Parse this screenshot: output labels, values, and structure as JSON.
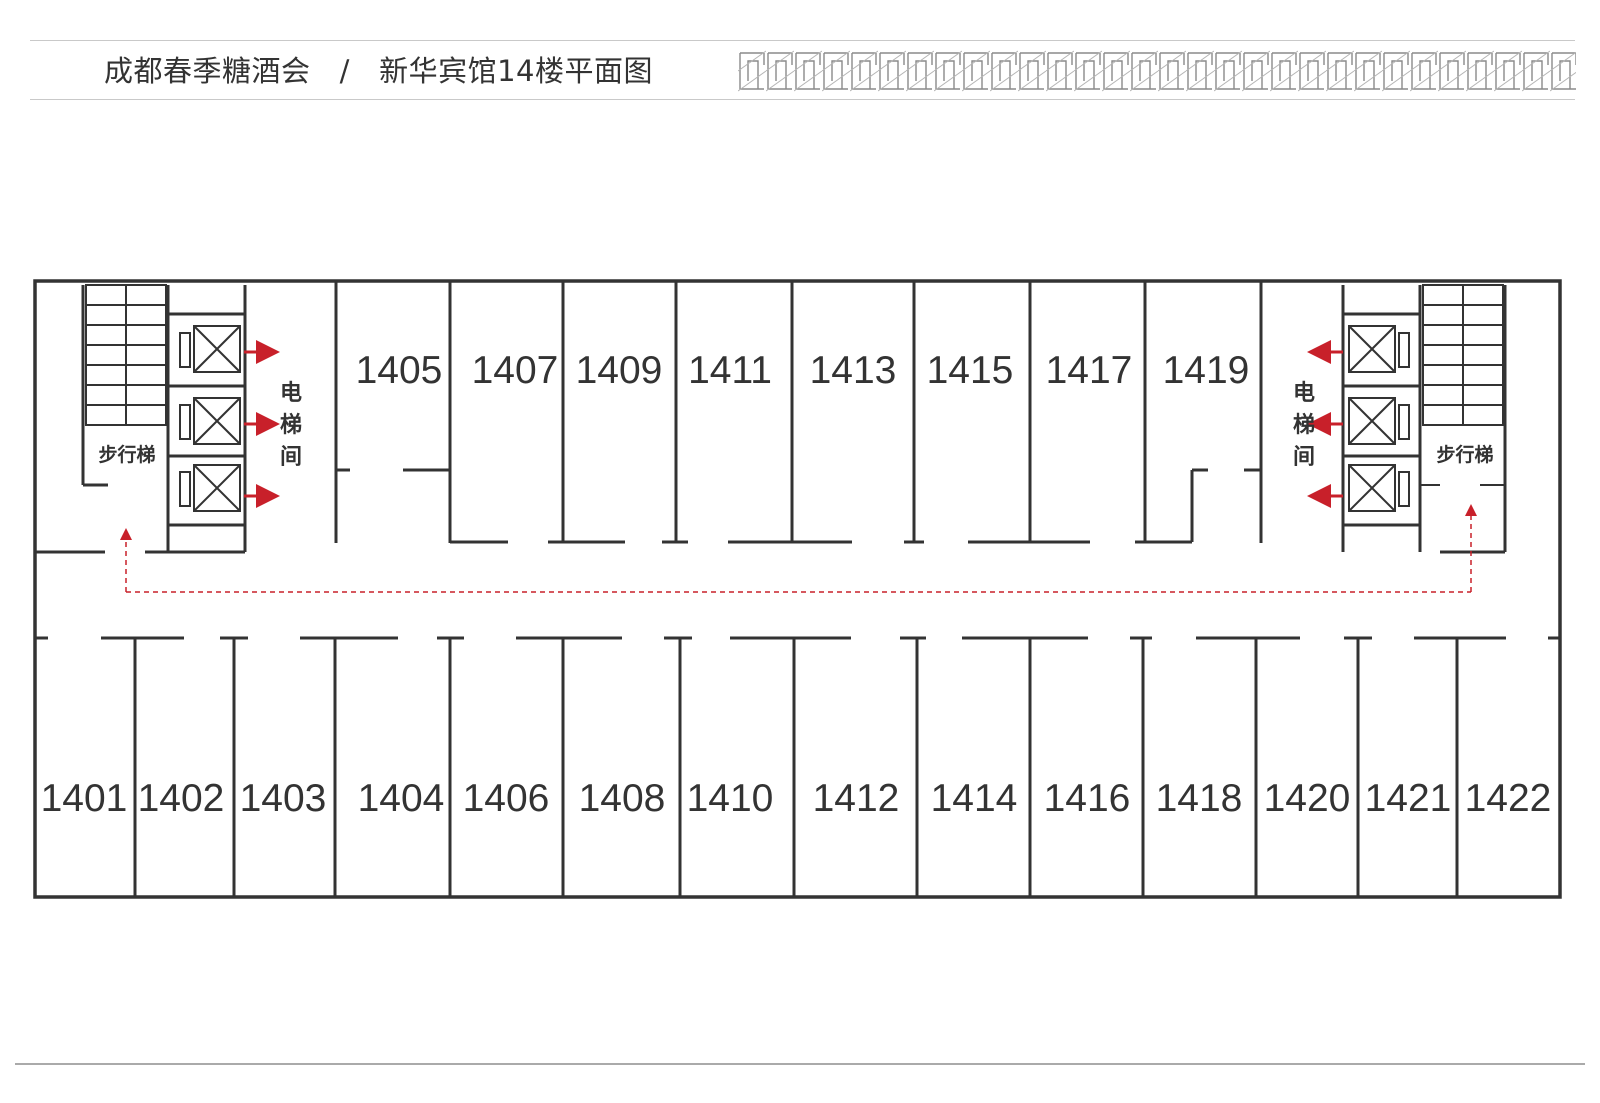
{
  "header": {
    "event": "成都春季糖酒会",
    "separator": "/",
    "floor_title": "新华宾馆14楼平面图"
  },
  "rooms_top": [
    "1405",
    "1407",
    "1409",
    "1411",
    "1413",
    "1415",
    "1417",
    "1419"
  ],
  "rooms_bottom": [
    "1401",
    "1402",
    "1403",
    "1404",
    "1406",
    "1408",
    "1410",
    "1412",
    "1414",
    "1416",
    "1418",
    "1420",
    "1421",
    "1422"
  ],
  "labels": {
    "stairs": "步行梯",
    "elevator": [
      "电",
      "梯",
      "间"
    ]
  },
  "colors": {
    "wall": "#333333",
    "accent": "#c8202a",
    "header_line": "#c9c9c9"
  }
}
